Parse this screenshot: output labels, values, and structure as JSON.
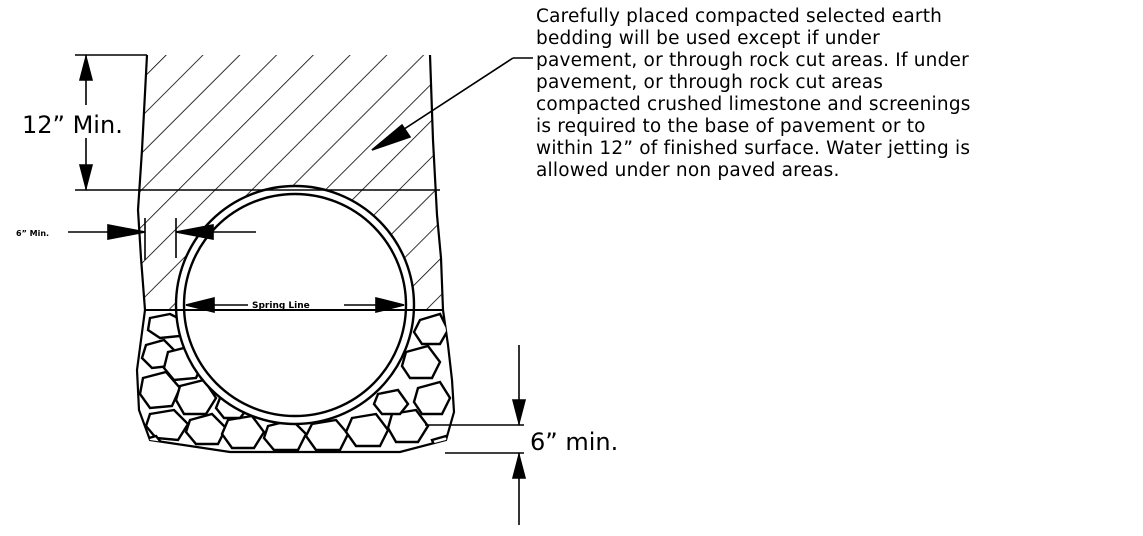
{
  "labels": {
    "note": "Carefully placed compacted selected earth\nbedding will be used except if under\npavement, or through rock cut areas. If under\npavement, or through rock cut areas\ncompacted crushed limestone and screenings\nis required to the base of pavement or to\nwithin 12” of finished surface. Water jetting is\nallowed under non paved areas.",
    "top_dim": "12” Min.",
    "side_dim": "6” Min.",
    "spring_line": "Spring Line",
    "bottom_dim": "6” min."
  },
  "colors": {
    "line": "#000000",
    "background": "#ffffff"
  }
}
